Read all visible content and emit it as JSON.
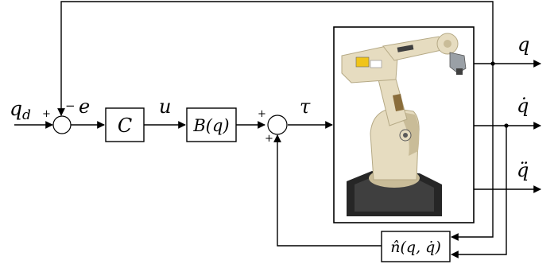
{
  "signals": {
    "qd_base": "q",
    "qd_sub": "d",
    "e": "e",
    "u": "u",
    "tau": "τ",
    "q_out": "q",
    "qdot_out": "q̇",
    "qddot_out": "q̈"
  },
  "blocks": {
    "controller": "C",
    "input_matrix": "B(q)",
    "nonlinear_prefix": "n̂(",
    "nonlinear_args": "q, q̇",
    "nonlinear_suffix": ")"
  },
  "junctions": {
    "sum1_plus": "+",
    "sum1_minus": "−",
    "sum2_plus_top": "+",
    "sum2_plus_bottom": "+"
  },
  "plant": {
    "icon": "robot-arm-photo",
    "colors": {
      "body": "#e6dcc0",
      "shade": "#c9bc98",
      "dark": "#3f3f3f",
      "base": "#262626"
    }
  }
}
